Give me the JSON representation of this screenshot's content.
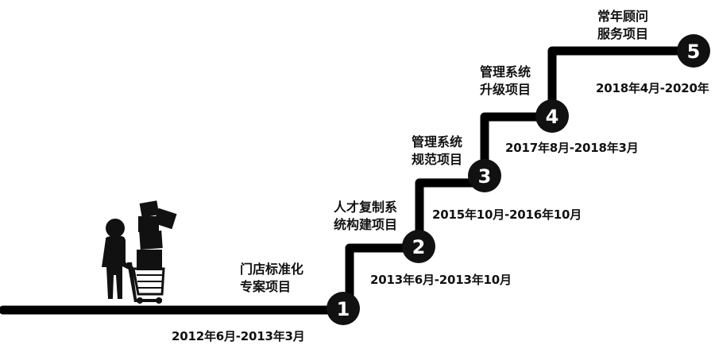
{
  "colors": {
    "line": "#000000",
    "node": "#111111",
    "node_text": "#ffffff",
    "text": "#111111"
  },
  "milestones": [
    {
      "number": "1",
      "title_line1": "门店标准化",
      "title_line2": "专案项目",
      "period": "2012年6月-2013年3月"
    },
    {
      "number": "2",
      "title_line1": "人才复制系",
      "title_line2": "统构建项目",
      "period": "2013年6月-2013年10月"
    },
    {
      "number": "3",
      "title_line1": "管理系统",
      "title_line2": "规范项目",
      "period": "2015年10月-2016年10月"
    },
    {
      "number": "4",
      "title_line1": "管理系统",
      "title_line2": "升级项目",
      "period": "2017年8月-2018年3月"
    },
    {
      "number": "5",
      "title_line1": "常年顾问",
      "title_line2": "服务项目",
      "period": "2018年4月-2020年"
    }
  ],
  "illustration": "person-pushing-cart-with-boxes-icon"
}
